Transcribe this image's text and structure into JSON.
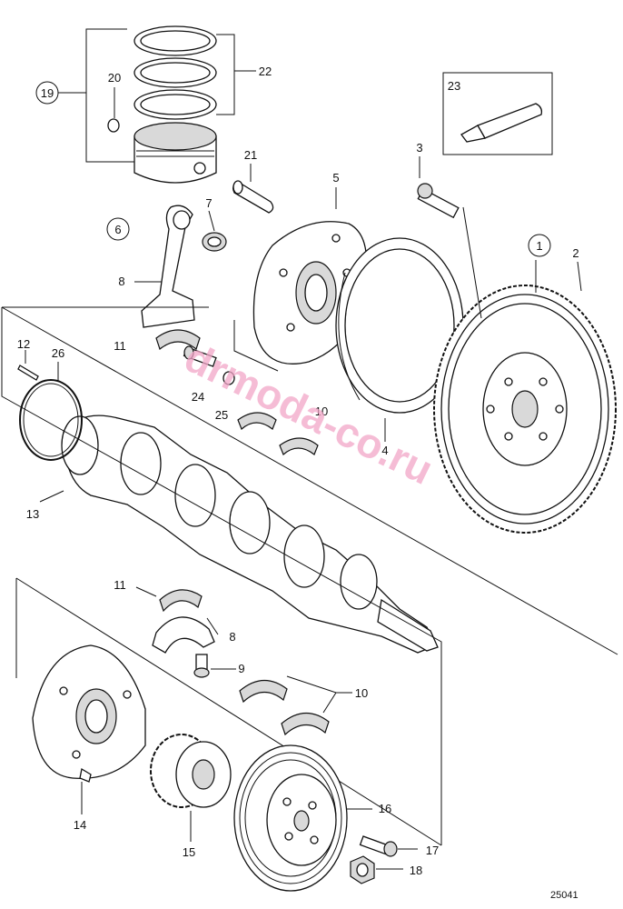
{
  "callouts": [
    {
      "id": "1",
      "circled": true
    },
    {
      "id": "2",
      "circled": false
    },
    {
      "id": "3",
      "circled": false
    },
    {
      "id": "4",
      "circled": false
    },
    {
      "id": "5",
      "circled": false
    },
    {
      "id": "6",
      "circled": true
    },
    {
      "id": "7",
      "circled": false
    },
    {
      "id": "8",
      "circled": false
    },
    {
      "id": "8",
      "circled": false
    },
    {
      "id": "9",
      "circled": false
    },
    {
      "id": "10",
      "circled": false
    },
    {
      "id": "10",
      "circled": false
    },
    {
      "id": "11",
      "circled": false
    },
    {
      "id": "11",
      "circled": false
    },
    {
      "id": "12",
      "circled": false
    },
    {
      "id": "13",
      "circled": false
    },
    {
      "id": "14",
      "circled": false
    },
    {
      "id": "15",
      "circled": false
    },
    {
      "id": "16",
      "circled": false
    },
    {
      "id": "17",
      "circled": false
    },
    {
      "id": "18",
      "circled": false
    },
    {
      "id": "19",
      "circled": true
    },
    {
      "id": "20",
      "circled": false
    },
    {
      "id": "21",
      "circled": false
    },
    {
      "id": "22",
      "circled": false
    },
    {
      "id": "23",
      "circled": false
    },
    {
      "id": "24",
      "circled": false
    },
    {
      "id": "25",
      "circled": false
    },
    {
      "id": "26",
      "circled": false
    }
  ],
  "watermark": "drmoda-co.ru",
  "figure_number": "25041"
}
